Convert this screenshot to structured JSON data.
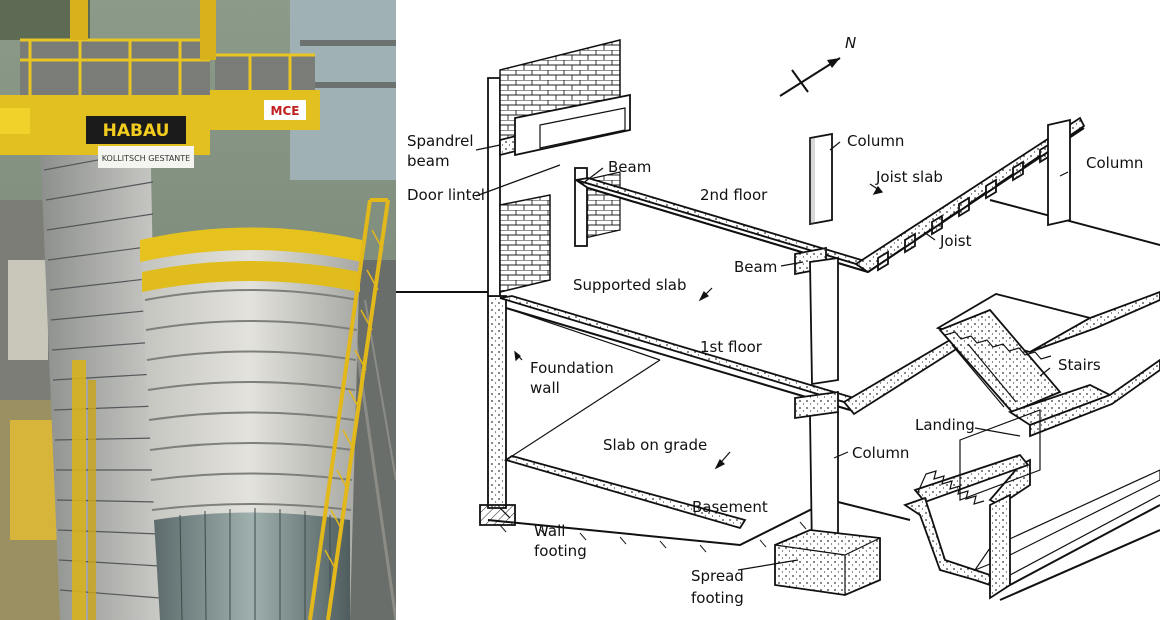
{
  "photo": {
    "alt": "",
    "signs": {
      "left_sign": "HABAU",
      "right_sign": "MCE",
      "banner": "KOLLITSCH GESTANTE"
    }
  },
  "diagram": {
    "compass": "N",
    "labels": {
      "spandrel_beam_line1": "Spandrel",
      "spandrel_beam_line2": "beam",
      "door_lintel": "Door lintel",
      "beam_top": "Beam",
      "column_top": "Column",
      "joist_slab": "Joist slab",
      "column_right": "Column",
      "second_floor": "2nd floor",
      "joist": "Joist",
      "beam_mid": "Beam",
      "supported_slab": "Supported slab",
      "first_floor": "1st floor",
      "foundation_wall_line1": "Foundation",
      "foundation_wall_line2": "wall",
      "stairs": "Stairs",
      "landing": "Landing",
      "slab_on_grade": "Slab on grade",
      "column_bottom": "Column",
      "basement": "Basement",
      "wall_footing_line1": "Wall",
      "wall_footing_line2": "footing",
      "spread_footing_line1": "Spread",
      "spread_footing_line2": "footing"
    }
  }
}
